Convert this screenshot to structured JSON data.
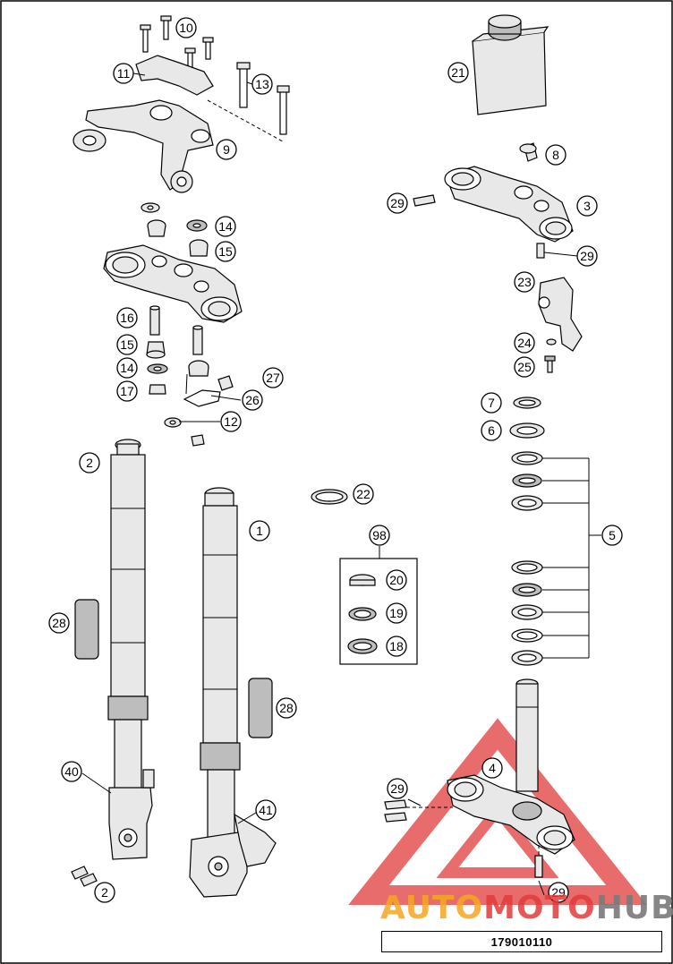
{
  "diagram": {
    "drawing_number": "179010110",
    "callouts": [
      "10",
      "11",
      "13",
      "9",
      "21",
      "8",
      "29",
      "3",
      "14",
      "15",
      "29",
      "23",
      "16",
      "27",
      "15",
      "24",
      "14",
      "25",
      "17",
      "26",
      "12",
      "7",
      "6",
      "2",
      "22",
      "1",
      "98",
      "5",
      "20",
      "28",
      "19",
      "18",
      "28",
      "40",
      "29",
      "41",
      "4",
      "2",
      "29"
    ]
  },
  "watermark": {
    "part1": "AUTO",
    "part2": "MOTO",
    "part3": "HUB"
  }
}
